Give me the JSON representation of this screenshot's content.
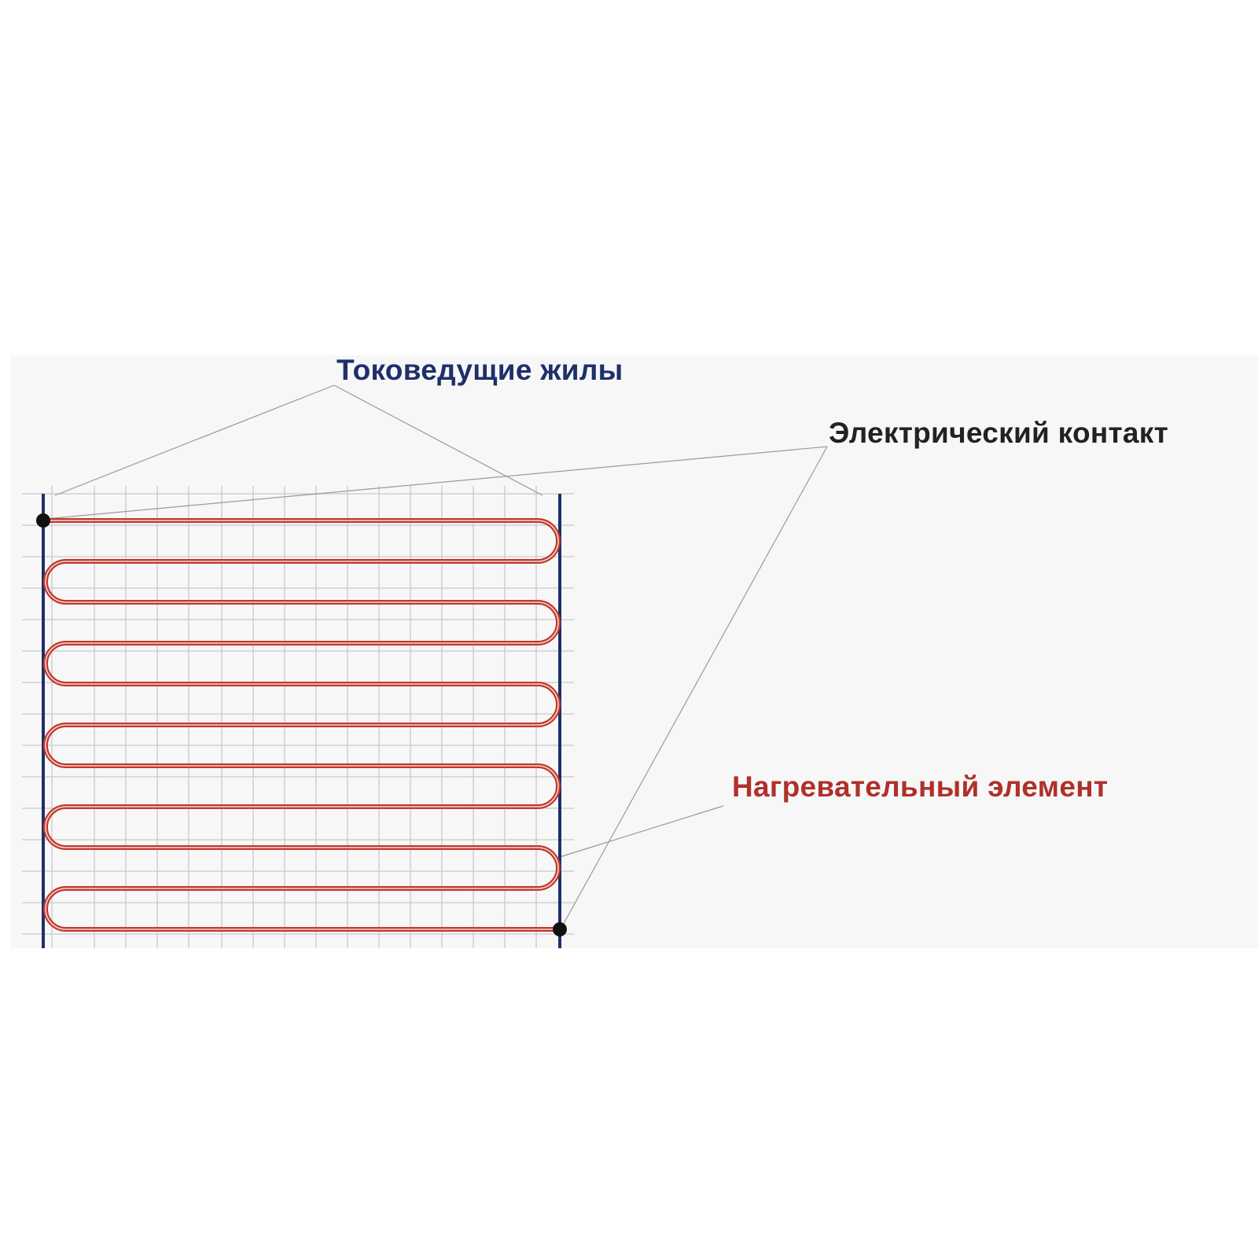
{
  "labels": {
    "conductors": "Токоведущие жилы",
    "contact": "Электрический контакт",
    "heating_element": "Нагревательный элемент"
  },
  "colors": {
    "background": "#ffffff",
    "panel": "#f7f7f7",
    "grid": "#c8c8d0",
    "conductor": "#1f2f6b",
    "heating_wire": "#c0392b",
    "heating_wire_inner": "#f3d6d2",
    "contact_dot": "#111111",
    "leader_line": "#9a9a9a",
    "label_conductors": "#1f2f6b",
    "label_contact": "#222222",
    "label_heater": "#b0302a"
  },
  "heating_element": {
    "passes": 11
  }
}
